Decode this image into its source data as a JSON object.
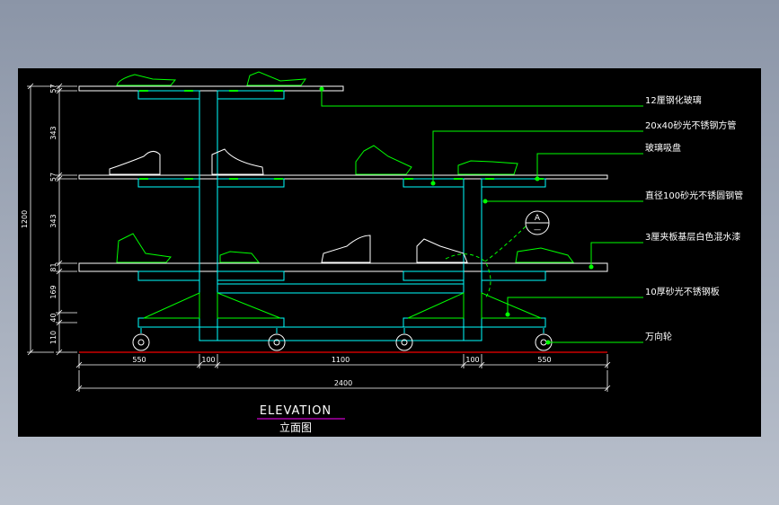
{
  "drawing": {
    "title_en": "ELEVATION",
    "title_cn": "立面图"
  },
  "callouts": [
    {
      "id": "glass",
      "text": "12厘钢化玻璃"
    },
    {
      "id": "square_tube",
      "text": "20x40砂光不锈钢方管"
    },
    {
      "id": "suction_cup",
      "text": "玻璃吸盘"
    },
    {
      "id": "round_tube",
      "text": "直径100砂光不锈圆钢管"
    },
    {
      "id": "plywood",
      "text": "3厘夹板基层白色混水漆"
    },
    {
      "id": "steel_plate",
      "text": "10厚砂光不锈钢板"
    },
    {
      "id": "caster",
      "text": "万向轮"
    }
  ],
  "detail_marker": {
    "top": "A",
    "bottom": "—"
  },
  "dimensions": {
    "horizontal_segments": [
      "550",
      "100",
      "1100",
      "100",
      "550"
    ],
    "horizontal_total": "2400",
    "vertical_segments": [
      "57",
      "343",
      "57",
      "343",
      "81",
      "169",
      "40",
      "110"
    ],
    "vertical_total": "1200"
  },
  "colors": {
    "background": "#000000",
    "annotation": "#00ff00",
    "structure": "#00ffff",
    "shelf": "#ffffff",
    "dimension": "#ffffff",
    "floor_line": "#cc0000",
    "title_underline": "#ff00ff"
  }
}
